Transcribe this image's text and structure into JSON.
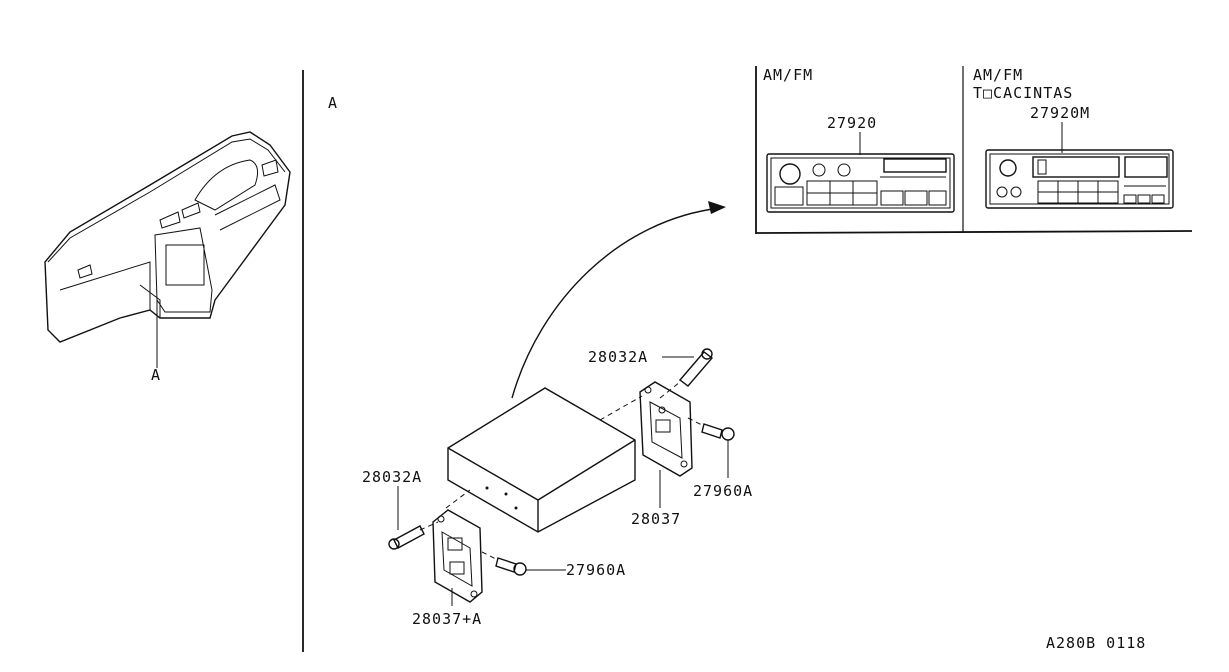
{
  "view_label": "A",
  "dash_callout": "A",
  "variants": [
    {
      "type_line1": "AM/FM",
      "type_line2": "",
      "part": "27920"
    },
    {
      "type_line1": "AM/FM",
      "type_line2": "T□CACINTAS",
      "part": "27920M"
    }
  ],
  "parts": {
    "screw_top": "28032A",
    "screw_left": "28032A",
    "bolt_right": "27960A",
    "bolt_left": "27960A",
    "bracket_right": "28037",
    "bracket_left": "28037+A"
  },
  "drawing_code": "A280B 0118"
}
